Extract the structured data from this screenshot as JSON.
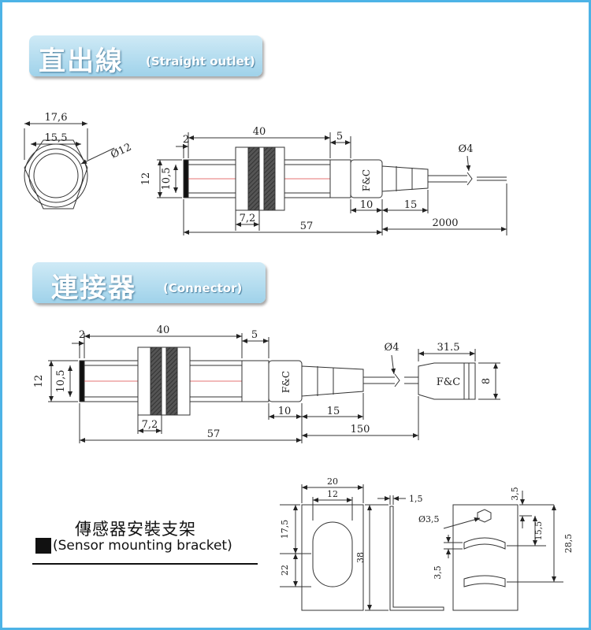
{
  "sections": {
    "straight": {
      "title_cn": "直出線",
      "title_en": "(Straight outlet)"
    },
    "connector": {
      "title_cn": "連接器",
      "title_en": "(Connector)"
    },
    "bracket": {
      "title_cn": "傳感器安裝支架",
      "title_en": "(Sensor mounting bracket)"
    }
  },
  "brand": "F&C",
  "dims_straight": {
    "hex_width": "17,6",
    "inner_width": "15,5",
    "hole_dia": "Ø12",
    "lead": "2",
    "body_len": "40",
    "tail": "5",
    "outer_h": "12",
    "inner_h": "10,5",
    "nut_w": "7,2",
    "total_len": "57",
    "cap_len": "10",
    "gland_len": "15",
    "cable_len": "2000",
    "cable_dia": "Ø4"
  },
  "dims_connector": {
    "lead": "2",
    "body_len": "40",
    "tail": "5",
    "outer_h": "12",
    "inner_h": "10,5",
    "nut_w": "7,2",
    "total_len": "57",
    "cap_len": "10",
    "gland_len": "15",
    "cable_len": "150",
    "cable_dia": "Ø4",
    "plug_len": "31.5",
    "plug_h": "8"
  },
  "dims_bracket": {
    "width": "20",
    "slot_w": "12",
    "height_total": "38",
    "upper": "17,5",
    "lower": "22",
    "thickness": "1,5",
    "hole": "Ø3,5",
    "top_off": "3,5",
    "mid": "15,5",
    "side_total": "28,5",
    "gap": "3,5"
  }
}
